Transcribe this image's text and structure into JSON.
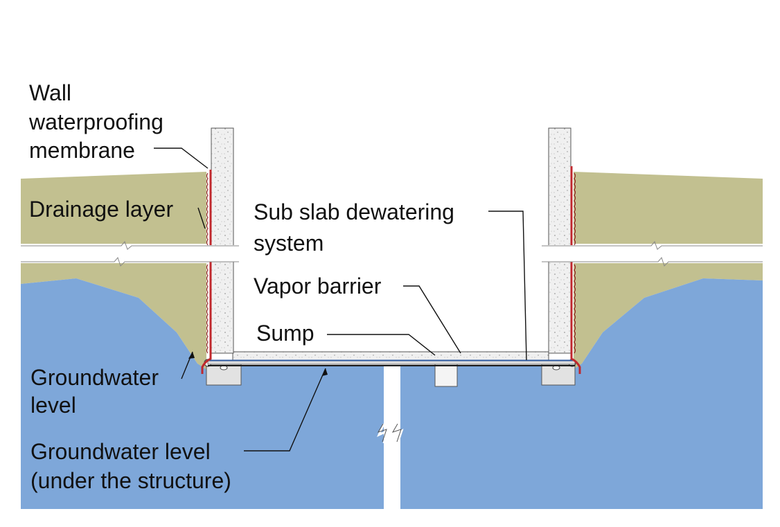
{
  "labels": {
    "wall_membrane_1": "Wall",
    "wall_membrane_2": "waterproofing",
    "wall_membrane_3": "membrane",
    "drainage_layer": "Drainage layer",
    "sub_slab_1": "Sub slab dewatering",
    "sub_slab_2": "system",
    "vapor_barrier": "Vapor barrier",
    "sump": "Sump",
    "gw_level_1": "Groundwater",
    "gw_level_2": "level",
    "gw_under_1": "Groundwater level",
    "gw_under_2": "(under the structure)"
  },
  "colors": {
    "soil": "#c2c090",
    "groundwater": "#7ea7d9",
    "concrete": "#eeeeee",
    "membrane": "#c0282d",
    "footing": "#e2e2e2",
    "vapor_barrier": "#2e5aa0"
  }
}
